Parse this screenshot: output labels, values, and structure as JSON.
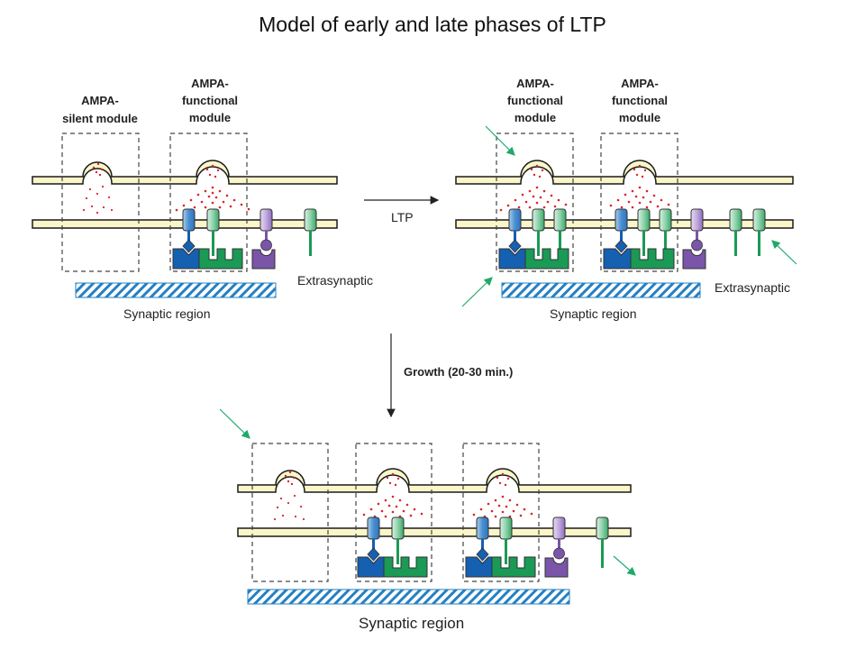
{
  "title": "Model of early and late phases of LTP",
  "labels": {
    "silent_module": [
      "AMPA-",
      "silent module"
    ],
    "functional_module": [
      "AMPA-",
      "functional",
      "module"
    ],
    "extrasynaptic": "Extrasynaptic",
    "synaptic_region": "Synaptic region",
    "ltp": "LTP",
    "growth": "Growth (20-30 min.)"
  },
  "colors": {
    "membrane": "#fbf6c9",
    "membrane_stroke": "#1a1a1a",
    "ampa_receptor": "#2f74c0",
    "ampa_receptor_light": "#a9cdea",
    "extra_receptor": "#1f9a5a",
    "extra_receptor_light": "#a5dcbb",
    "nmda_receptor": "#7a55a8",
    "nmda_receptor_light": "#c9b6e0",
    "scaffold_blue": "#1560b0",
    "scaffold_green": "#1a9a55",
    "scaffold_purple": "#7a55a8",
    "glutamate": "#d9262b",
    "synaptic_region_hatch": "#2580c3",
    "pointer_arrow": "#1faa6a"
  }
}
